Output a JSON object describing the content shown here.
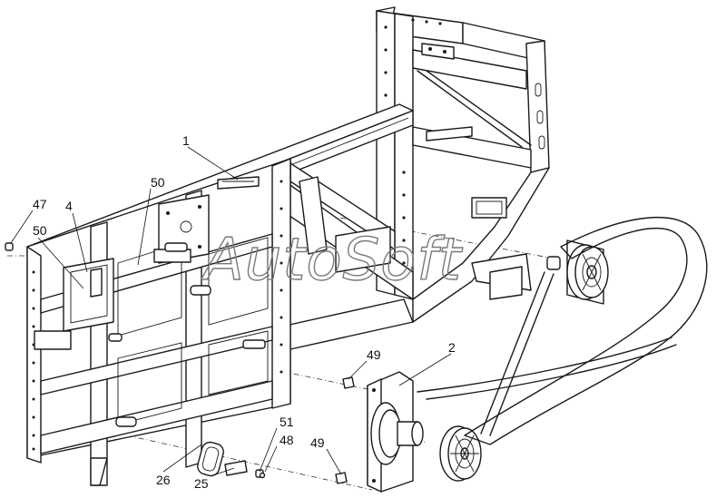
{
  "diagram": {
    "callouts": [
      {
        "id": "c1",
        "label": "1"
      },
      {
        "id": "c50a",
        "label": "50"
      },
      {
        "id": "c47",
        "label": "47"
      },
      {
        "id": "c4",
        "label": "4"
      },
      {
        "id": "c50b",
        "label": "50"
      },
      {
        "id": "c49a",
        "label": "49"
      },
      {
        "id": "c2",
        "label": "2"
      },
      {
        "id": "c51",
        "label": "51"
      },
      {
        "id": "c48",
        "label": "48"
      },
      {
        "id": "c49b",
        "label": "49"
      },
      {
        "id": "c26",
        "label": "26"
      },
      {
        "id": "c25",
        "label": "25"
      }
    ],
    "watermark": "AutoSoft"
  }
}
